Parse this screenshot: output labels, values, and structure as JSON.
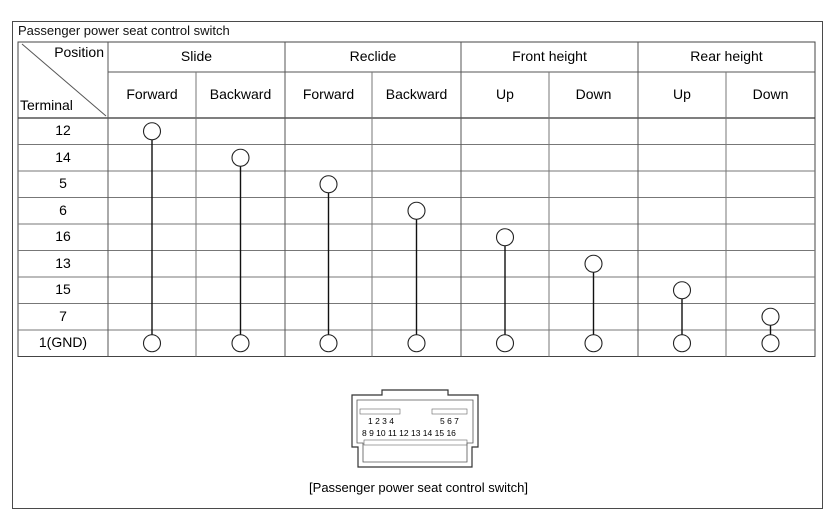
{
  "document": {
    "title": "Passenger power seat control switch",
    "caption": "[Passenger power seat control switch]"
  },
  "table": {
    "corner_top": "Position",
    "corner_bottom": "Terminal",
    "groups": [
      "Slide",
      "Reclide",
      "Front height",
      "Rear height"
    ],
    "subheaders": [
      "Forward",
      "Backward",
      "Forward",
      "Backward",
      "Up",
      "Down",
      "Up",
      "Down"
    ],
    "terminals": [
      "12",
      "14",
      "5",
      "6",
      "16",
      "13",
      "15",
      "7",
      "1(GND)"
    ],
    "continuity": [
      {
        "column": 0,
        "from_terminal": "12",
        "to_terminal": "1(GND)"
      },
      {
        "column": 1,
        "from_terminal": "14",
        "to_terminal": "1(GND)"
      },
      {
        "column": 2,
        "from_terminal": "5",
        "to_terminal": "1(GND)"
      },
      {
        "column": 3,
        "from_terminal": "6",
        "to_terminal": "1(GND)"
      },
      {
        "column": 4,
        "from_terminal": "16",
        "to_terminal": "1(GND)"
      },
      {
        "column": 5,
        "from_terminal": "13",
        "to_terminal": "1(GND)"
      },
      {
        "column": 6,
        "from_terminal": "15",
        "to_terminal": "1(GND)"
      },
      {
        "column": 7,
        "from_terminal": "7",
        "to_terminal": "1(GND)"
      }
    ]
  },
  "connector": {
    "top_row_left": "1 2 3 4",
    "top_row_right": "5 6 7",
    "bottom_row": "8 9 10 11 12 13 14 15 16"
  }
}
